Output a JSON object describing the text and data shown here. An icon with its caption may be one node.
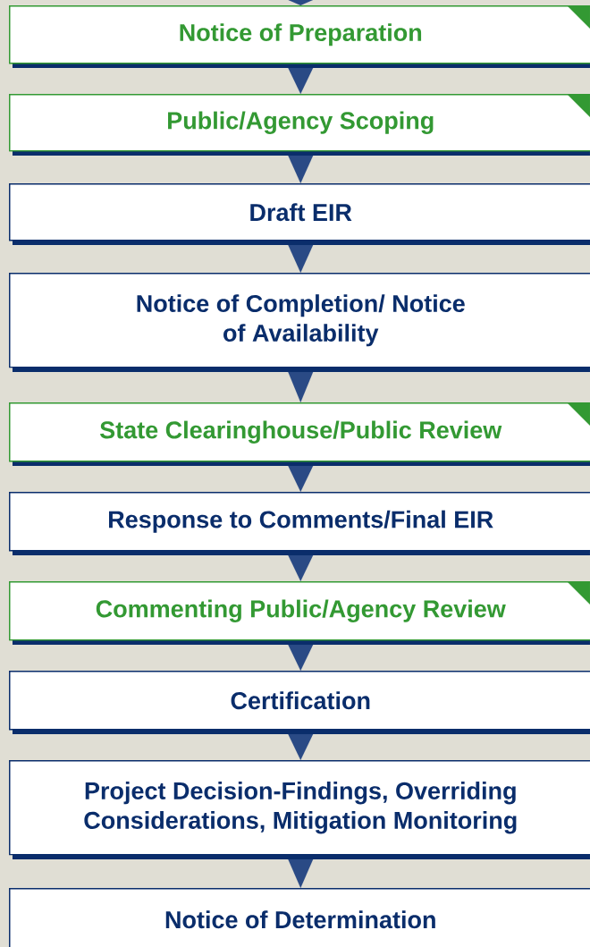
{
  "diagram": {
    "nodes": [
      {
        "text": [
          "Notice of Preparation"
        ]
      },
      {
        "text": [
          "Public/Agency Scoping"
        ]
      },
      {
        "text": [
          "Draft EIR"
        ]
      },
      {
        "text": [
          "Notice of Completion/ Notice of Availability"
        ]
      },
      {
        "text": [
          "State Clearinghouse/Public Review"
        ]
      },
      {
        "text": [
          "Response to Comments/Final EIR"
        ]
      },
      {
        "text": [
          "Commenting Public/Agency Review"
        ]
      },
      {
        "text": [
          "Certification"
        ]
      },
      {
        "text": [
          "Project Decision-Findings, Overriding Considerations, Mitigation Monitoring"
        ]
      },
      {
        "text": [
          "Notice of Determination"
        ]
      }
    ],
    "edges": [
      {
        "from": null,
        "to": 0,
        "arrow": "to"
      },
      {
        "from": 0,
        "to": 1,
        "arrow": "to"
      },
      {
        "from": 1,
        "to": 2,
        "arrow": "to"
      },
      {
        "from": 2,
        "to": 3,
        "arrow": "to"
      },
      {
        "from": 3,
        "to": 4,
        "arrow": "to"
      },
      {
        "from": 4,
        "to": 5,
        "arrow": "to"
      },
      {
        "from": 5,
        "to": 6,
        "arrow": "to"
      },
      {
        "from": 6,
        "to": 7,
        "arrow": "to"
      },
      {
        "from": 7,
        "to": 8,
        "arrow": "to"
      },
      {
        "from": 8,
        "to": 9,
        "arrow": "to"
      }
    ]
  }
}
